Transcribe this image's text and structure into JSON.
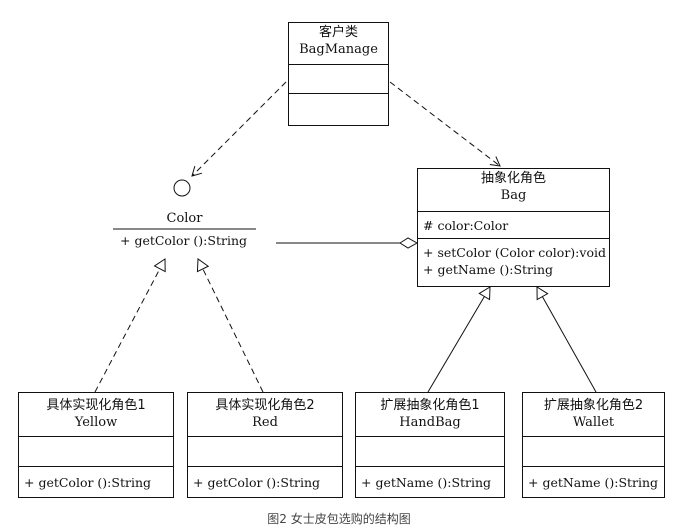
{
  "client": {
    "title_zh": "客户类",
    "title_en": "BagManage"
  },
  "interface": {
    "name": "Color",
    "operation": "+ getColor ():String"
  },
  "abstraction": {
    "title_zh": "抽象化角色",
    "title_en": "Bag",
    "attribute": "# color:Color",
    "operations": [
      "+ setColor (Color color):void",
      "+ getName ():String"
    ]
  },
  "impl1": {
    "title_zh": "具体实现化角色1",
    "title_en": "Yellow",
    "operation": "+ getColor ():String"
  },
  "impl2": {
    "title_zh": "具体实现化角色2",
    "title_en": "Red",
    "operation": "+ getColor ():String"
  },
  "refined1": {
    "title_zh": "扩展抽象化角色1",
    "title_en": "HandBag",
    "operation": "+ getName ():String"
  },
  "refined2": {
    "title_zh": "扩展抽象化角色2",
    "title_en": "Wallet",
    "operation": "+ getName ():String"
  },
  "caption": "图2 女士皮包选购的结构图"
}
